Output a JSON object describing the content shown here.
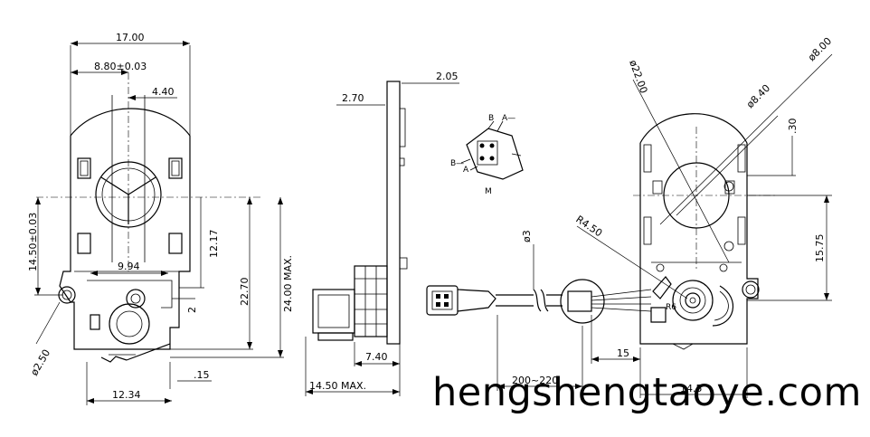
{
  "dims": {
    "front_width": "17.00",
    "center_offset": "8.80±0.03",
    "gear_offset": "4.40",
    "hole_height": "14.50±0.03",
    "mid_height": "12.17",
    "height": "22.70",
    "max_height": "24.00 MAX.",
    "small_width": "9.94",
    "small_dim": "2",
    "hole_dia": "ø2.50",
    "step": ".15",
    "base_width": "12.34",
    "side_top": "2.05",
    "side_plate": "2.70",
    "side_shaft": "7.40",
    "side_max": "14.50 MAX.",
    "conn_dia": "ø3",
    "cable_len": "200~220",
    "right_offset": "15",
    "right_width": "14.5",
    "right_height": "15.75",
    "right_small": ".30",
    "dia_22": "ø22.00",
    "dia_8": "ø8.00",
    "dia_84": "ø8.40",
    "radius": "R4.50",
    "r6": "R6"
  },
  "pin_labels": {
    "b_plus": "B",
    "a_minus": "A—",
    "b_minus": "B—",
    "a_plus": "A",
    "motor": "M"
  },
  "watermark": "hengshengtaoye.com"
}
